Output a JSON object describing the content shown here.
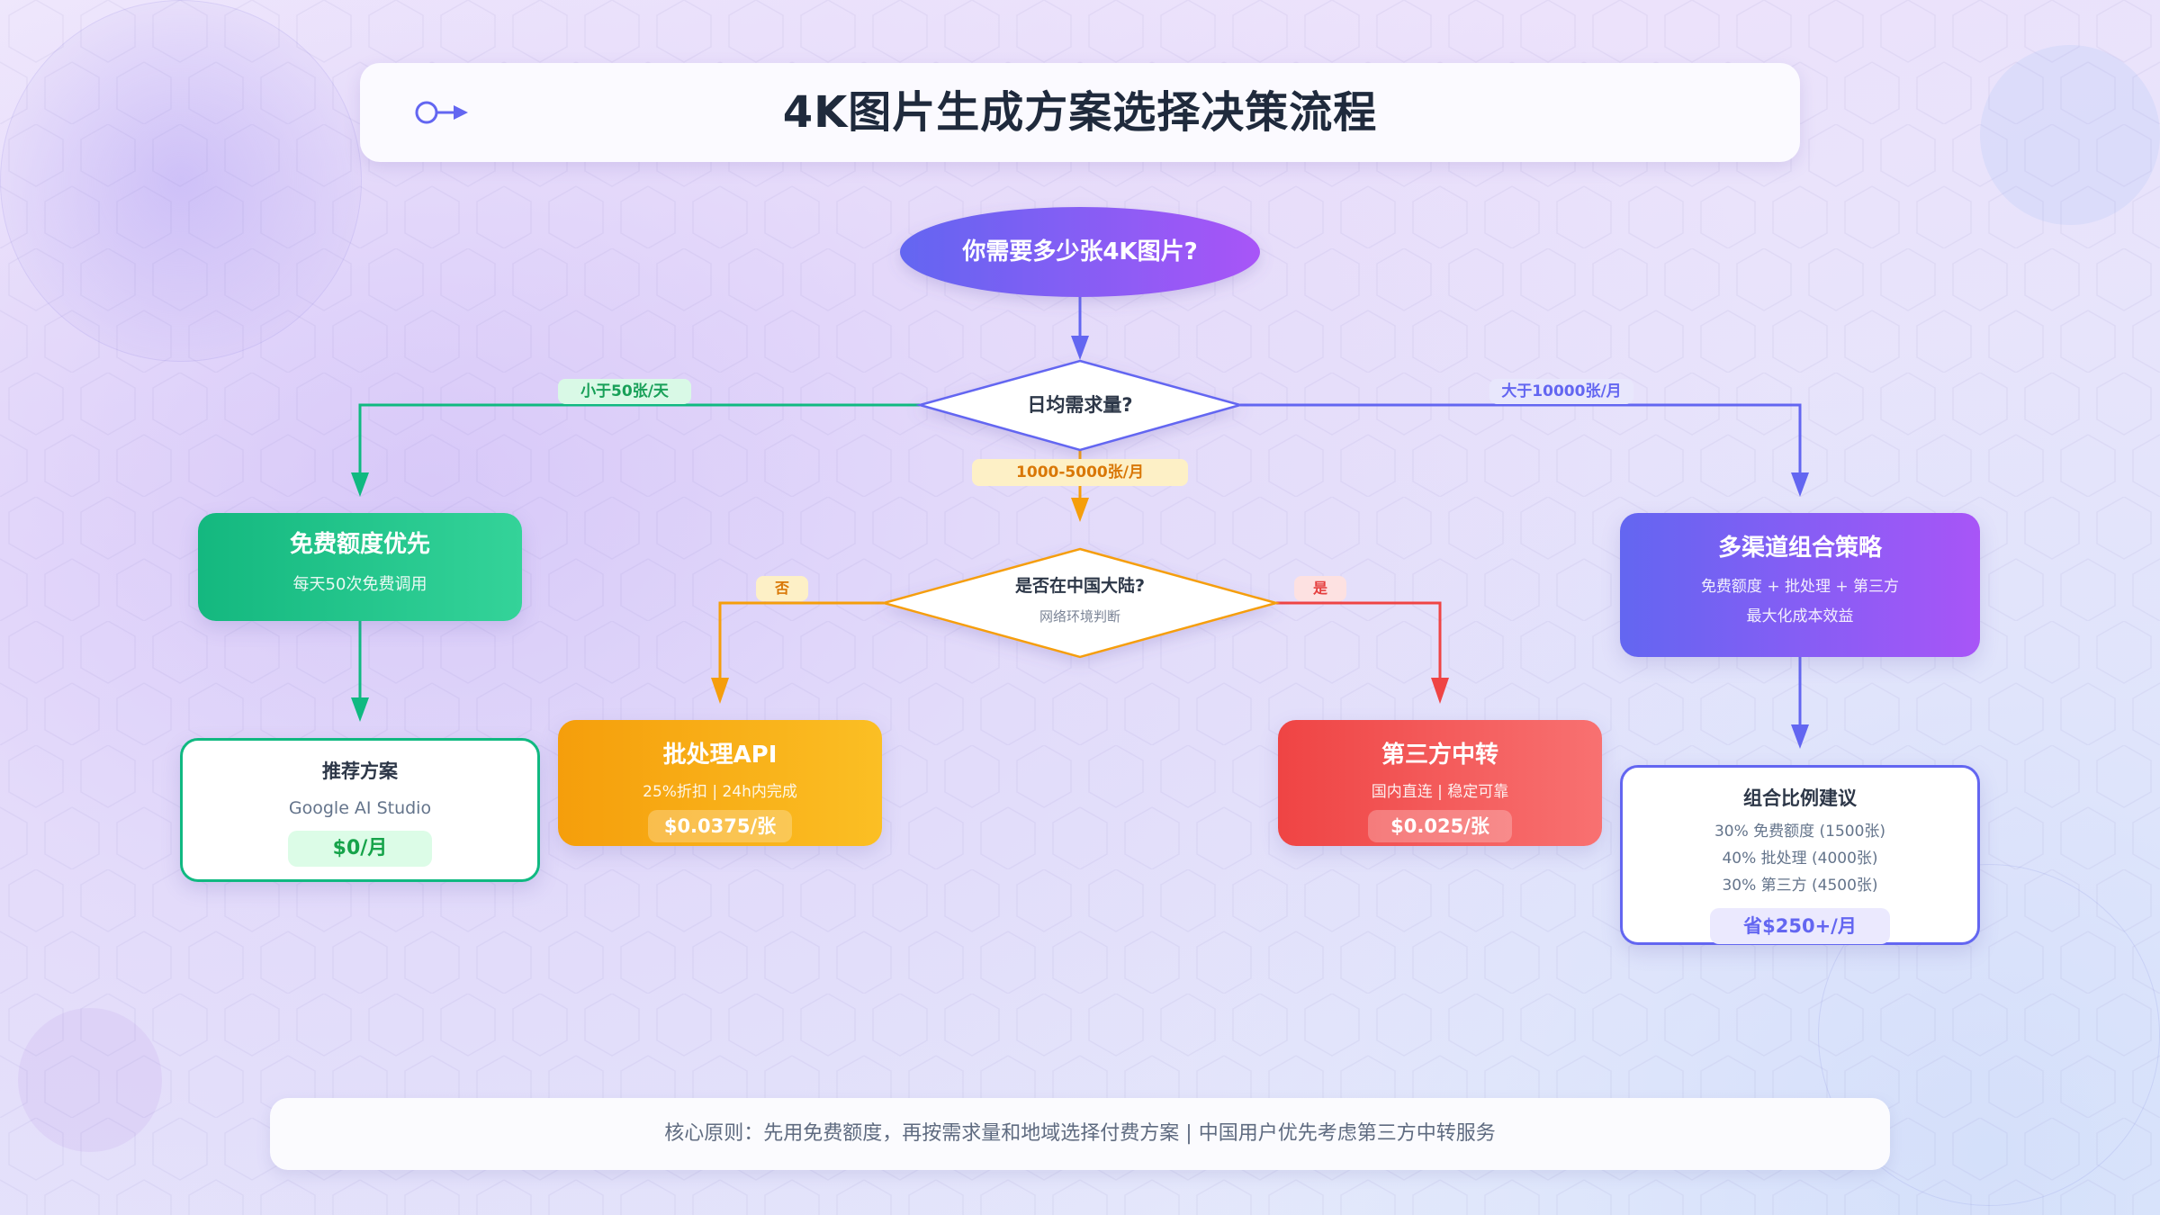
{
  "header": {
    "title": "4K图片生成方案选择决策流程",
    "icon": "flow-start-arrow-icon"
  },
  "flow": {
    "start": "你需要多少张4K图片?",
    "decision_volume": "日均需求量?",
    "decision_region": {
      "title": "是否在中国大陆?",
      "subtitle": "网络环境判断"
    },
    "edges": {
      "low": "小于50张/天",
      "mid": "1000-5000张/月",
      "high": "大于10000张/月",
      "no": "否",
      "yes": "是"
    },
    "free_tier": {
      "title": "免费额度优先",
      "subtitle": "每天50次免费调用"
    },
    "recommended": {
      "title": "推荐方案",
      "subtitle": "Google AI Studio",
      "price": "$0/月"
    },
    "batch_api": {
      "title": "批处理API",
      "subtitle": "25%折扣 | 24h内完成",
      "price": "$0.0375/张"
    },
    "third_party": {
      "title": "第三方中转",
      "subtitle": "国内直连 | 稳定可靠",
      "price": "$0.025/张"
    },
    "multi_channel": {
      "title": "多渠道组合策略",
      "line1": "免费额度 + 批处理 + 第三方",
      "line2": "最大化成本效益"
    },
    "mix": {
      "title": "组合比例建议",
      "items": [
        "30% 免费额度 (1500张)",
        "40% 批处理 (4000张)",
        "30% 第三方 (4500张)"
      ],
      "savings": "省$250+/月"
    }
  },
  "footer": {
    "text": "核心原则：先用免费额度，再按需求量和地域选择付费方案 | 中国用户优先考虑第三方中转服务"
  },
  "colors": {
    "primary": "#6366f1",
    "green": "#10b981",
    "orange": "#f59e0b",
    "red": "#ef4444",
    "purple": "#a855f7"
  }
}
